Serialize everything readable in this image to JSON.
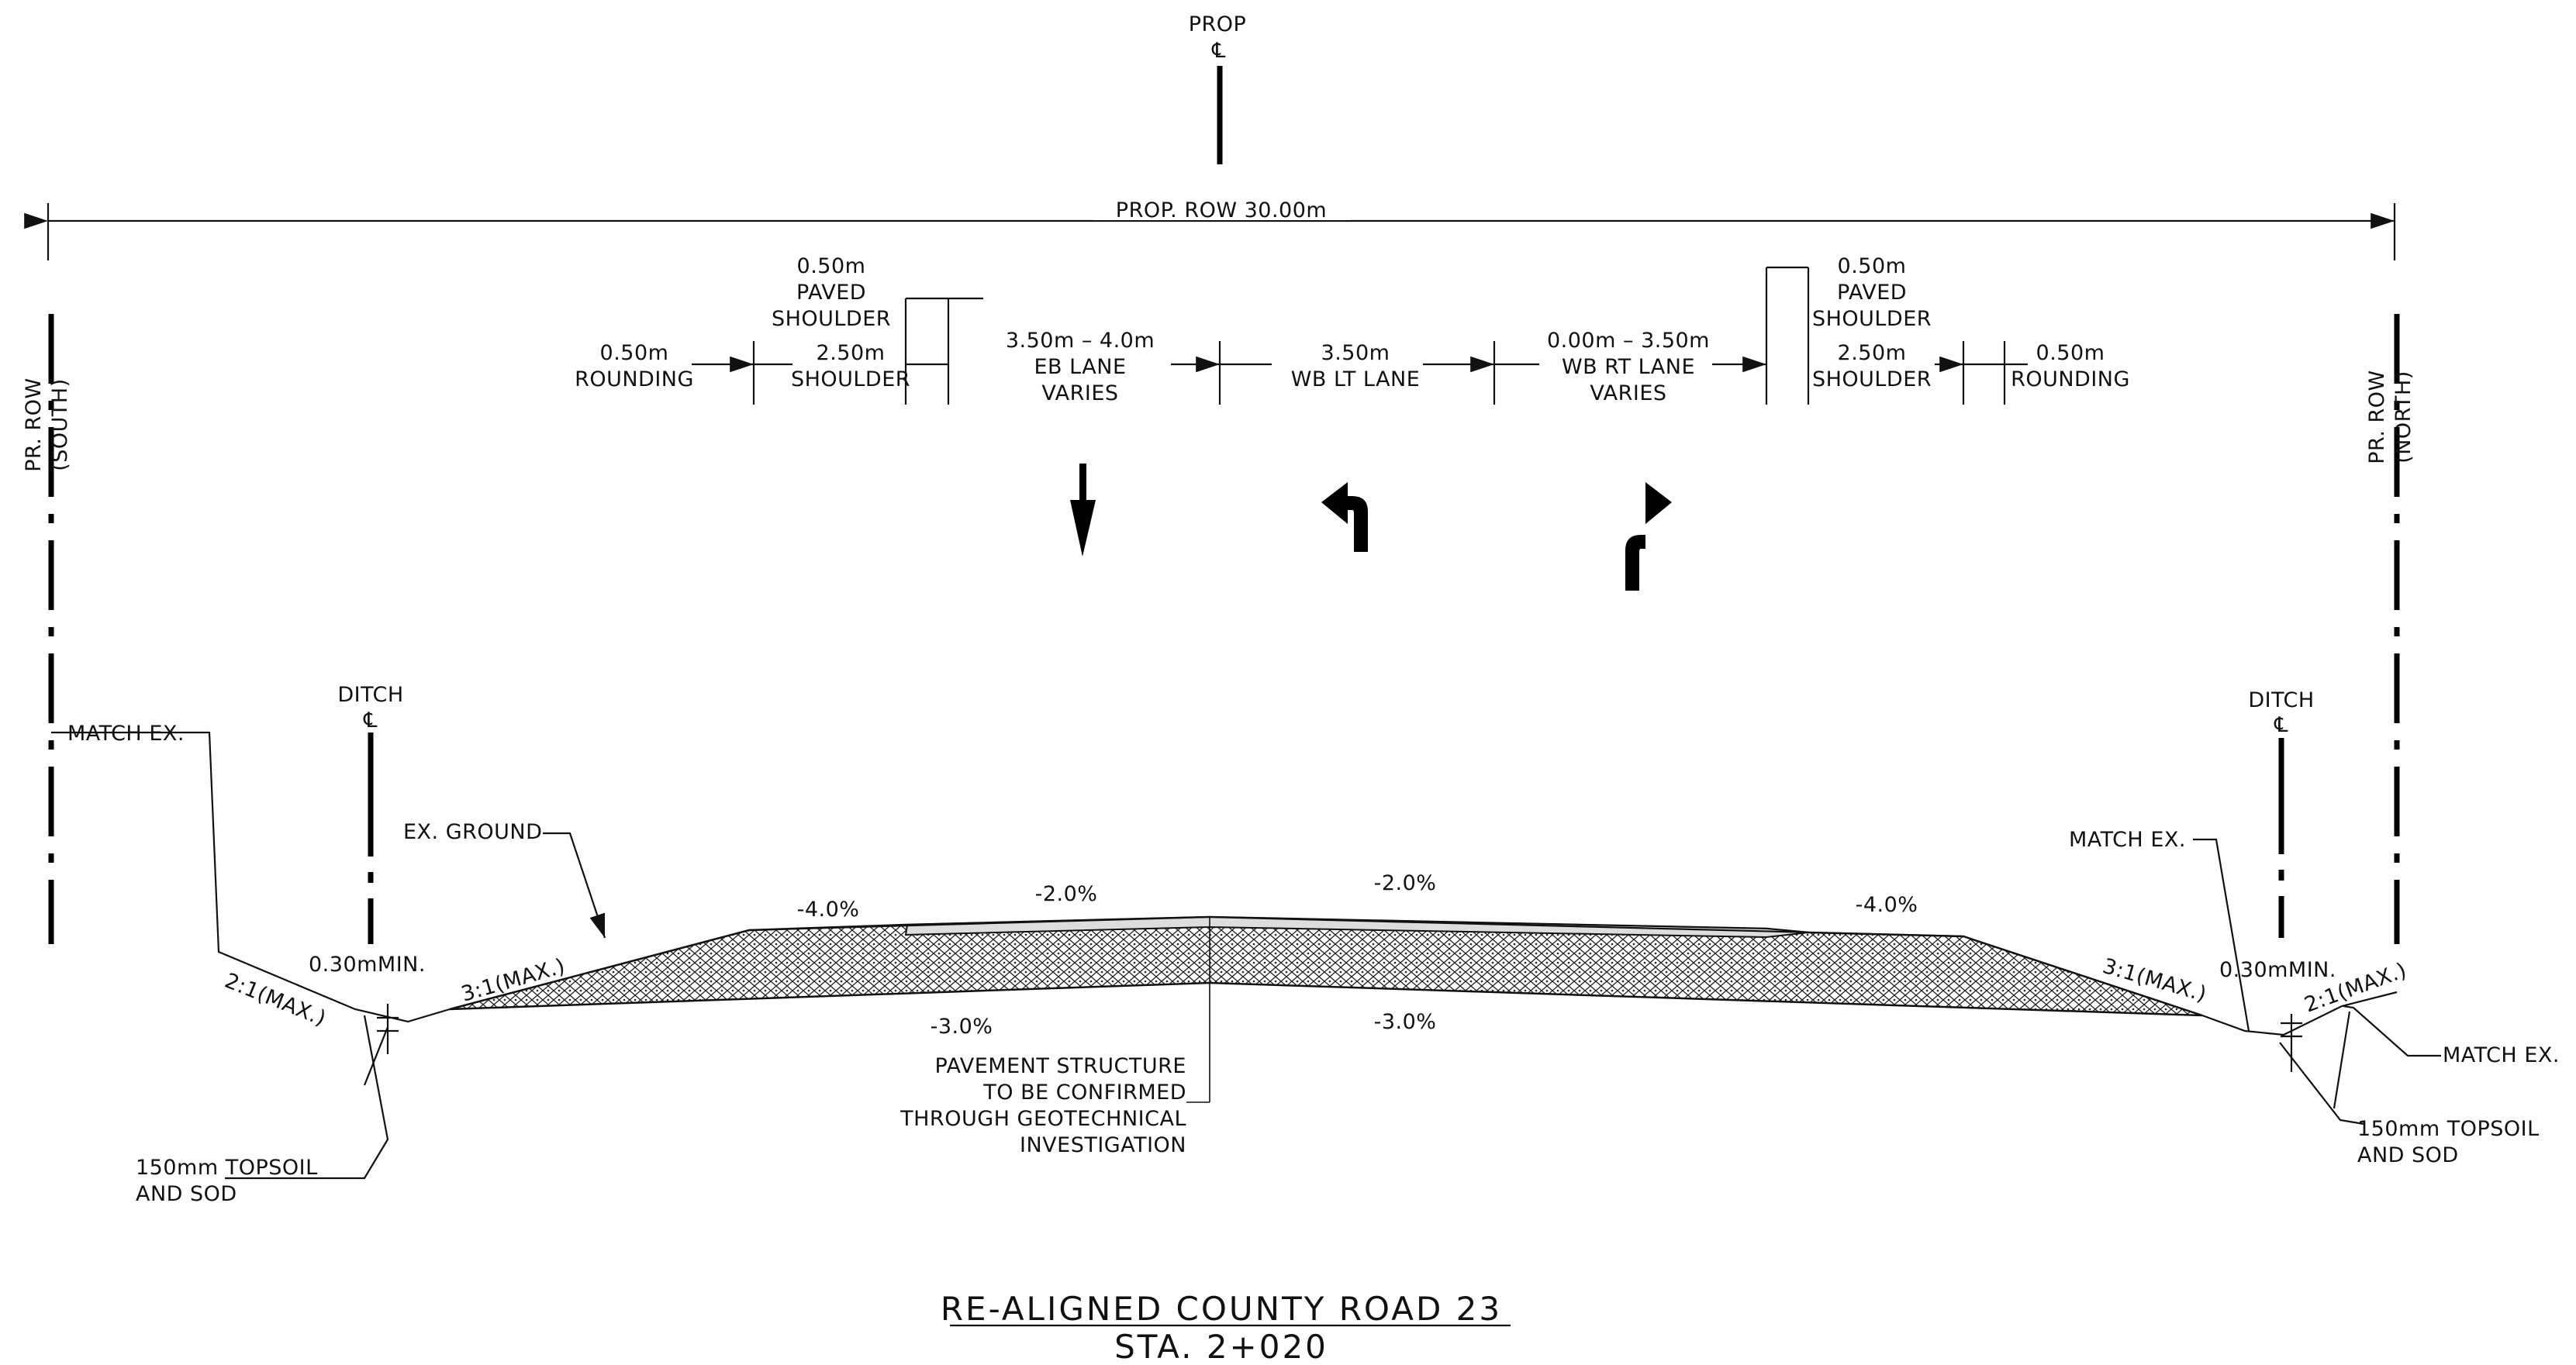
{
  "prop_cl": {
    "label": "PROP",
    "symbol": "℄"
  },
  "row_dimension": "PROP. ROW 30.00m",
  "pr_row_south": {
    "line1": "PR. ROW",
    "line2": "(SOUTH)"
  },
  "pr_row_north": {
    "line1": "PR. ROW",
    "line2": "(NORTH)"
  },
  "dims_left": {
    "paved_shoulder": [
      "0.50m",
      "PAVED",
      "SHOULDER"
    ],
    "rounding": [
      "0.50m",
      "ROUNDING"
    ],
    "shoulder": [
      "2.50m",
      "SHOULDER"
    ],
    "eb_lane": [
      "3.50m – 4.0m",
      "EB LANE",
      "VARIES"
    ]
  },
  "dims_center": {
    "wb_lt_lane": [
      "3.50m",
      "WB LT LANE"
    ]
  },
  "dims_right": {
    "wb_rt_lane": [
      "0.00m – 3.50m",
      "WB RT LANE",
      "VARIES"
    ],
    "paved_shoulder": [
      "0.50m",
      "PAVED",
      "SHOULDER"
    ],
    "shoulder": [
      "2.50m",
      "SHOULDER"
    ],
    "rounding": [
      "0.50m",
      "ROUNDING"
    ]
  },
  "ditch_left": {
    "label": "DITCH",
    "symbol": "℄"
  },
  "ditch_right": {
    "label": "DITCH",
    "symbol": "℄"
  },
  "left_side": {
    "match_ex": "MATCH EX.",
    "ex_ground": "EX. GROUND",
    "min_depth": "0.30mMIN.",
    "backslope": "2:1(MAX.)",
    "foreslope": "3:1(MAX.)",
    "topsoil": [
      "150mm TOPSOIL",
      "AND SOD"
    ]
  },
  "right_side": {
    "match_ex_upper": "MATCH EX.",
    "match_ex_lower": "MATCH EX.",
    "min_depth": "0.30mMIN.",
    "backslope": "2:1(MAX.)",
    "foreslope": "3:1(MAX.)",
    "topsoil": [
      "150mm TOPSOIL",
      "AND SOD"
    ]
  },
  "grades": {
    "left_shoulder": "-4.0%",
    "left_lane": "-2.0%",
    "right_lane": "-2.0%",
    "right_shoulder": "-4.0%",
    "subgrade_left": "-3.0%",
    "subgrade_right": "-3.0%"
  },
  "pavement_note": [
    "PAVEMENT STRUCTURE",
    "TO BE CONFIRMED",
    "THROUGH GEOTECHNICAL",
    "INVESTIGATION"
  ],
  "title": "RE-ALIGNED COUNTY ROAD 23",
  "station": "STA. 2+020",
  "icons": [
    "through-arrow-icon",
    "left-turn-arrow-icon",
    "right-turn-arrow-icon"
  ]
}
